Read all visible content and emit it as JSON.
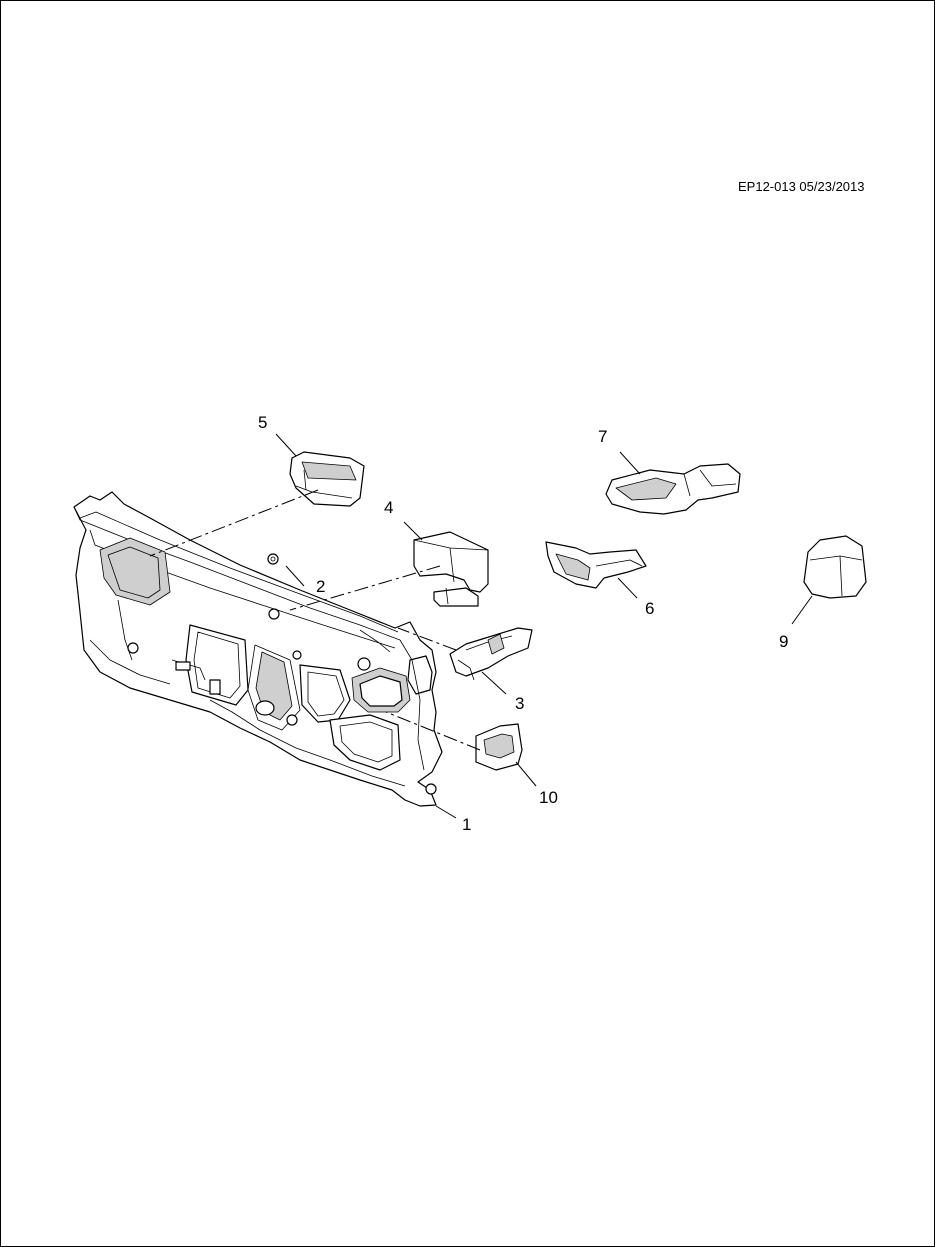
{
  "doc_id": "EP12-013 05/23/2013",
  "callouts": [
    "1",
    "2",
    "3",
    "4",
    "5",
    "6",
    "7",
    "9",
    "10"
  ]
}
